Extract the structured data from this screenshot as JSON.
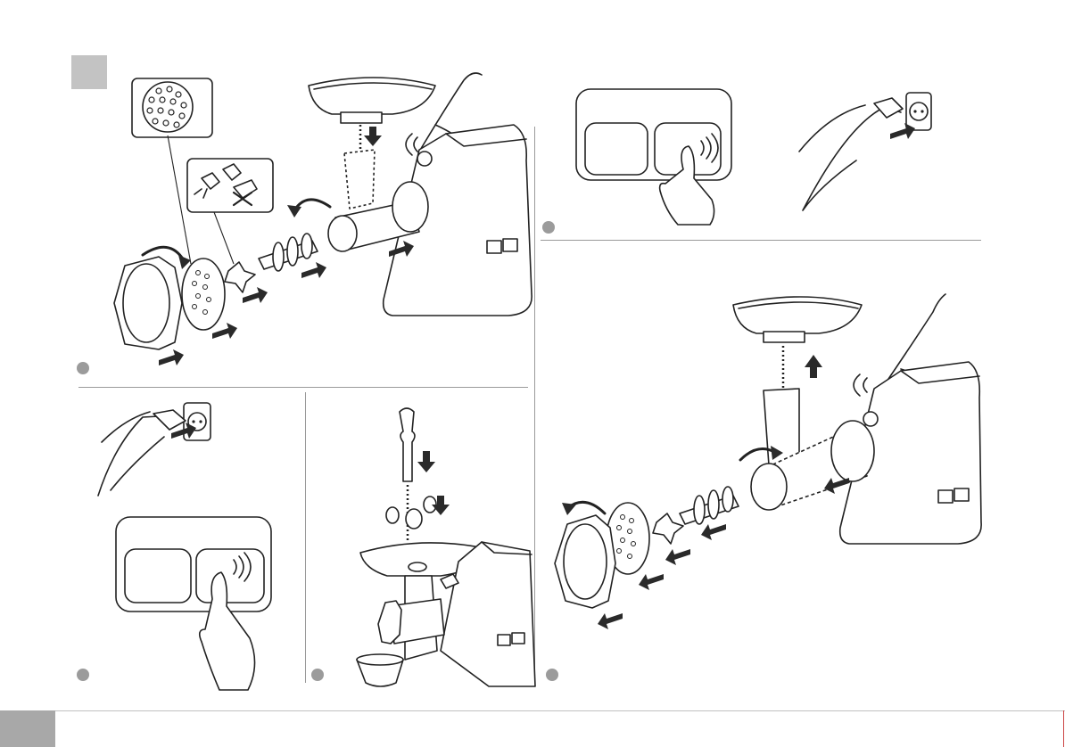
{
  "page": {
    "footer_page_number": ""
  },
  "steps": [
    {
      "id": "assemble",
      "marker": ""
    },
    {
      "id": "plug-in-1",
      "marker": ""
    },
    {
      "id": "feed-food",
      "marker": ""
    },
    {
      "id": "switch-on",
      "marker": ""
    },
    {
      "id": "disassemble",
      "marker": ""
    }
  ],
  "icons": {
    "arrow": "push-arrow-icon",
    "vibration": "sound-wave-icon",
    "cross": "prohibited-cross-icon"
  },
  "colors": {
    "step_marker": "#9b9b9b",
    "corner_box": "#c3c3c3",
    "footer_tab": "#a8a8a8",
    "line_art": "#222222"
  }
}
